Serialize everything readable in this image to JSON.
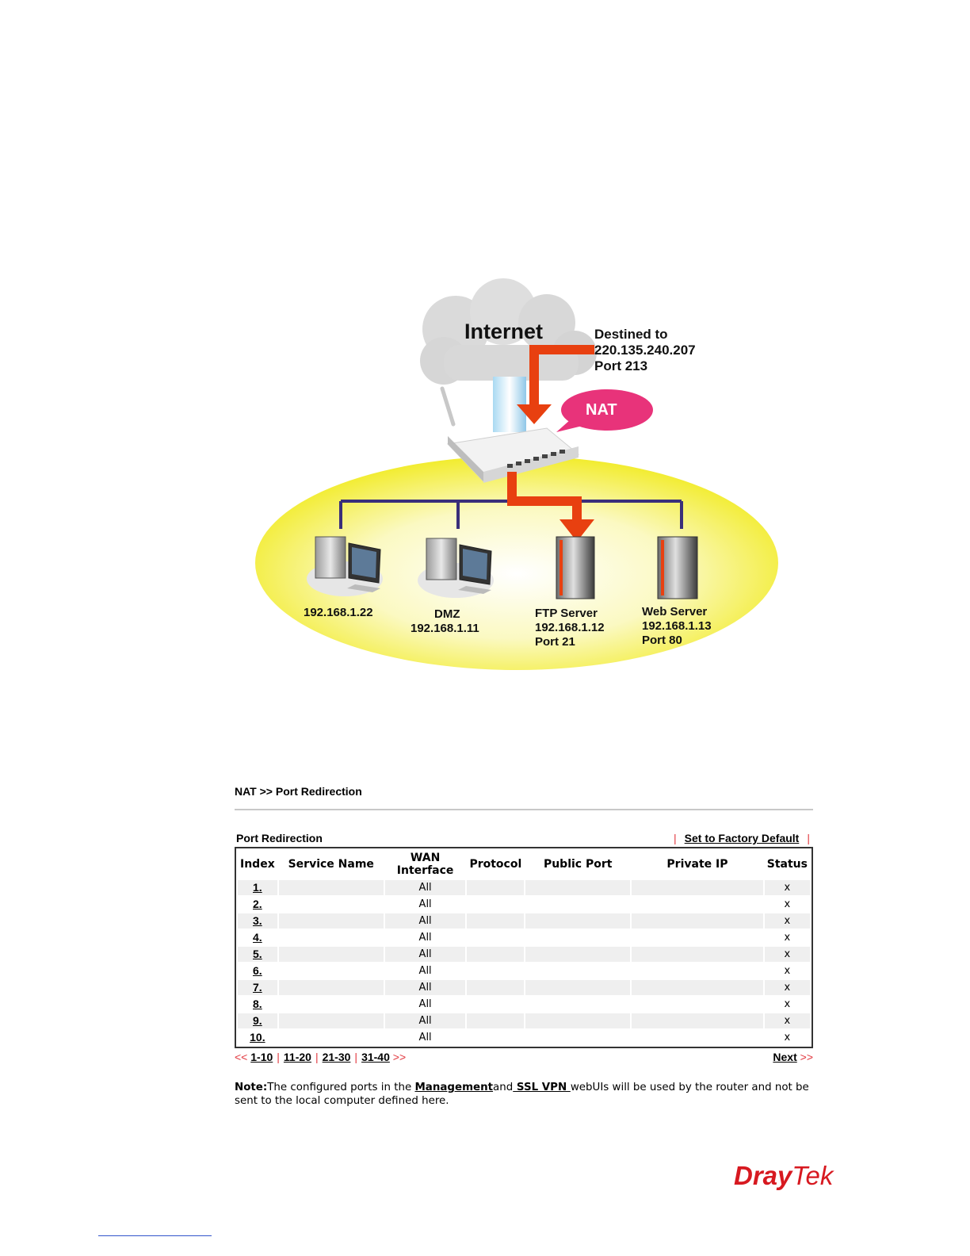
{
  "diagram": {
    "cloud_label": "Internet",
    "destination_lines": [
      "Destined to",
      "220.135.240.207",
      "Port 213"
    ],
    "nat_label": "NAT",
    "hosts": [
      {
        "lines": [
          "192.168.1.22"
        ],
        "kind": "pc"
      },
      {
        "lines": [
          "DMZ",
          "192.168.1.11"
        ],
        "kind": "pc"
      },
      {
        "lines": [
          "FTP Server",
          "192.168.1.12",
          "Port 21"
        ],
        "kind": "server"
      },
      {
        "lines": [
          "Web Server",
          "192.168.1.13",
          "Port 80"
        ],
        "kind": "server"
      }
    ],
    "colors": {
      "arrow": "#e84010",
      "nat_bubble": "#e8337a",
      "lan_line": "#3a2f7a",
      "ellipse": "#f3ee3e",
      "cloud": "#dcdcdc"
    }
  },
  "panel": {
    "breadcrumb": "NAT >> Port Redirection",
    "title": "Port Redirection",
    "factory_default": "Set to Factory Default",
    "columns": [
      "Index",
      "Service Name",
      "WAN Interface",
      "Protocol",
      "Public Port",
      "Private IP",
      "Status"
    ],
    "column_header_lines": {
      "wan_1": "WAN",
      "wan_2": "Interface"
    },
    "rows": [
      {
        "index": "1.",
        "wan": "All",
        "status": "x"
      },
      {
        "index": "2.",
        "wan": "All",
        "status": "x"
      },
      {
        "index": "3.",
        "wan": "All",
        "status": "x"
      },
      {
        "index": "4.",
        "wan": "All",
        "status": "x"
      },
      {
        "index": "5.",
        "wan": "All",
        "status": "x"
      },
      {
        "index": "6.",
        "wan": "All",
        "status": "x"
      },
      {
        "index": "7.",
        "wan": "All",
        "status": "x"
      },
      {
        "index": "8.",
        "wan": "All",
        "status": "x"
      },
      {
        "index": "9.",
        "wan": "All",
        "status": "x"
      },
      {
        "index": "10.",
        "wan": "All",
        "status": "x"
      }
    ],
    "pager": {
      "prev": "<<",
      "pages": [
        "1-10",
        "11-20",
        "21-30",
        "31-40"
      ],
      "more": ">>",
      "next_label": "Next",
      "next_arrow": ">>"
    },
    "note": {
      "label": "Note:",
      "text1": "The configured ports in the ",
      "link1": "Management",
      "text2": "and",
      "link2": " SSL VPN ",
      "text3": "webUIs will be used by the router and not be sent to the local computer defined here."
    }
  },
  "brand": {
    "part1": "Dray",
    "part2": "Tek",
    "color1": "#d71920",
    "color2": "#d71920"
  }
}
